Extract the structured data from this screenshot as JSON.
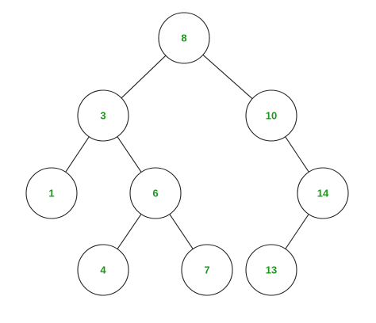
{
  "colors": {
    "label": "#1a9a1a",
    "stroke": "#222222",
    "background": "#ffffff"
  },
  "tree": {
    "nodes": [
      {
        "id": "n8",
        "label": "8"
      },
      {
        "id": "n3",
        "label": "3"
      },
      {
        "id": "n10",
        "label": "10"
      },
      {
        "id": "n1",
        "label": "1"
      },
      {
        "id": "n6",
        "label": "6"
      },
      {
        "id": "n14",
        "label": "14"
      },
      {
        "id": "n4",
        "label": "4"
      },
      {
        "id": "n7",
        "label": "7"
      },
      {
        "id": "n13",
        "label": "13"
      }
    ],
    "edges": [
      {
        "from": "n8",
        "to": "n3"
      },
      {
        "from": "n8",
        "to": "n10"
      },
      {
        "from": "n3",
        "to": "n1"
      },
      {
        "from": "n3",
        "to": "n6"
      },
      {
        "from": "n10",
        "to": "n14"
      },
      {
        "from": "n6",
        "to": "n4"
      },
      {
        "from": "n6",
        "to": "n7"
      },
      {
        "from": "n14",
        "to": "n13"
      }
    ]
  }
}
